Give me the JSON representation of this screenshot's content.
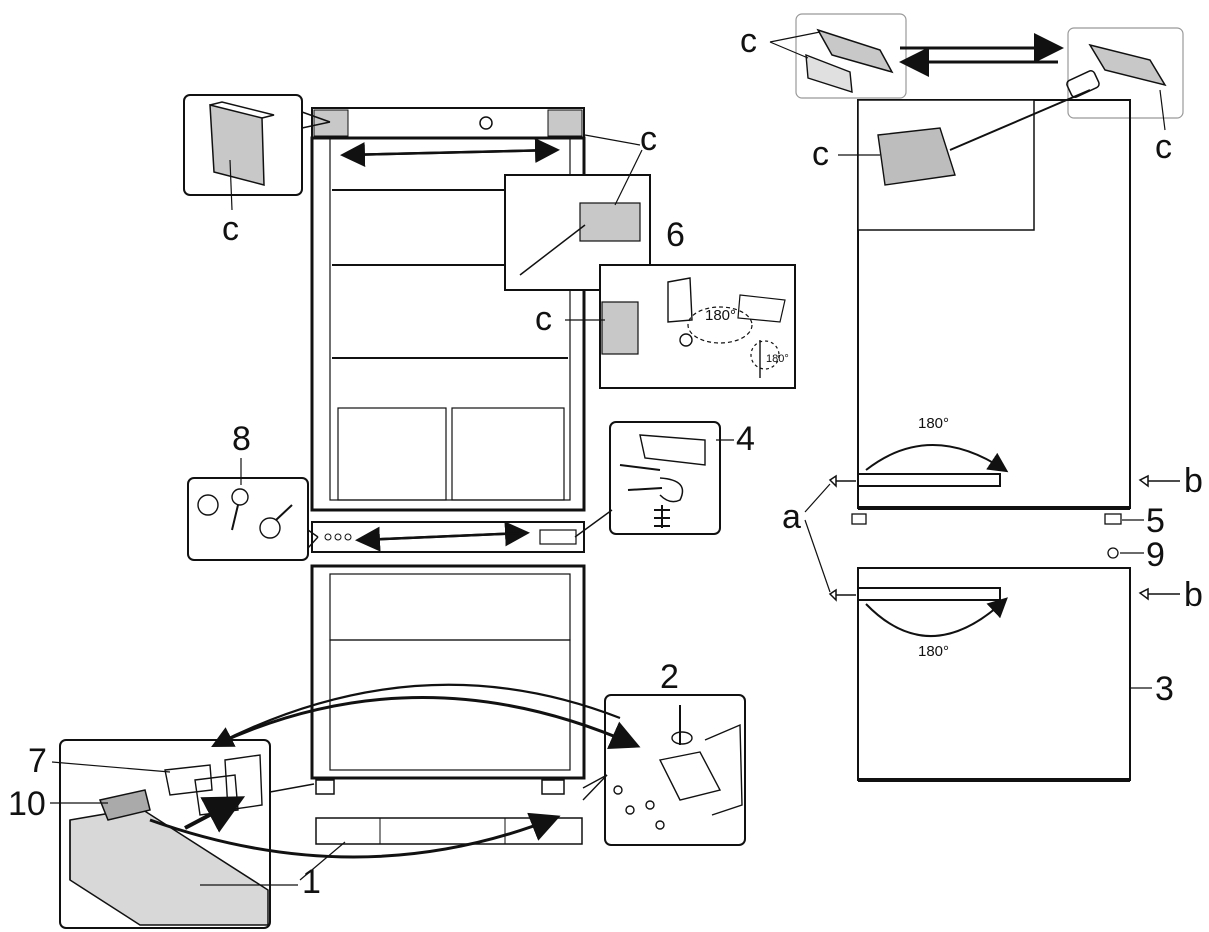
{
  "diagram": {
    "labels": {
      "c": "c",
      "a": "a",
      "b": "b",
      "n1": "1",
      "n2": "2",
      "n3": "3",
      "n4": "4",
      "n5": "5",
      "n6": "6",
      "n7": "7",
      "n8": "8",
      "n9": "9",
      "n10": "10",
      "deg180": "180°"
    }
  }
}
